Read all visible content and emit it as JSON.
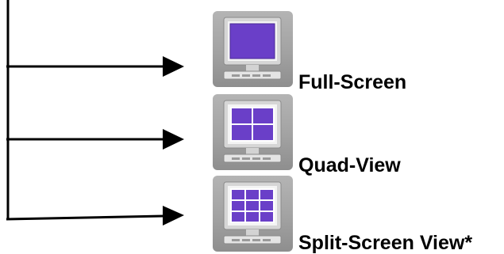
{
  "options": [
    {
      "id": "full-screen",
      "label": "Full-Screen",
      "icon": "full-screen-monitor-icon",
      "grid": [
        1,
        1
      ]
    },
    {
      "id": "quad-view",
      "label": "Quad-View",
      "icon": "quad-view-monitor-icon",
      "grid": [
        2,
        2
      ]
    },
    {
      "id": "split-screen-view",
      "label": "Split-Screen View*",
      "icon": "split-screen-monitor-icon",
      "grid": [
        3,
        3
      ]
    }
  ],
  "colors": {
    "screen_fill": "#6a3fc8",
    "screen_grid": "#ffffff",
    "monitor_body": "#d3d3d3",
    "button_background": "#a5a5a5",
    "connector": "#000000"
  }
}
